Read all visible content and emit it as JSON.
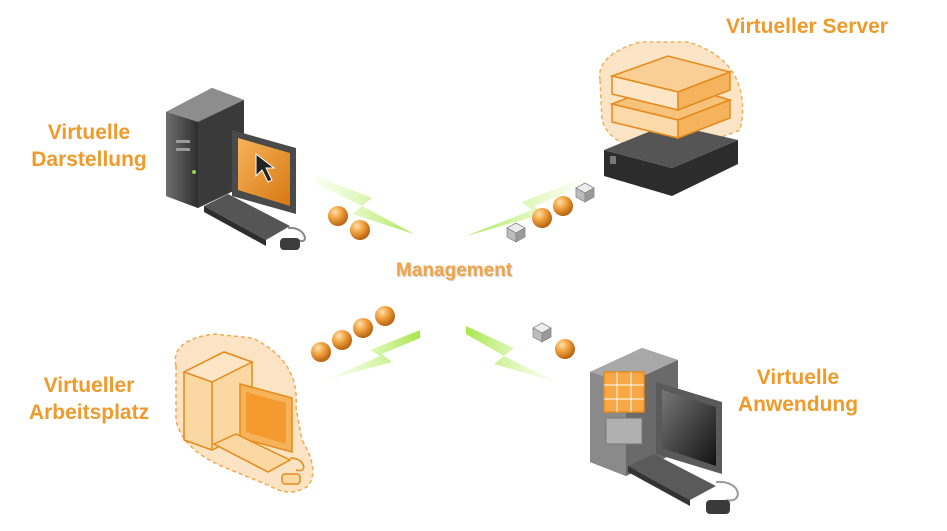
{
  "labels": {
    "virtual_display": [
      "Virtuelle",
      "Darstellung"
    ],
    "virtual_server": "Virtueller Server",
    "virtual_workplace": [
      "Virtueller",
      "Arbeitsplatz"
    ],
    "virtual_application": [
      "Virtuelle",
      "Anwendung"
    ],
    "management": "Management"
  },
  "colors": {
    "accent": "#ef9a2b",
    "bolt": "#c8f07a",
    "dark_gray": "#4a4a4a",
    "light_gray": "#b8b8b8"
  },
  "icons": {
    "computer": "desktop-computer-icon",
    "server": "rack-server-icon",
    "virtual_computer": "virtual-desktop-icon",
    "app_computer": "application-computer-icon",
    "data_packet": "orange-sphere-icon",
    "cube": "gray-cube-icon",
    "connection": "lightning-bolt-icon"
  }
}
